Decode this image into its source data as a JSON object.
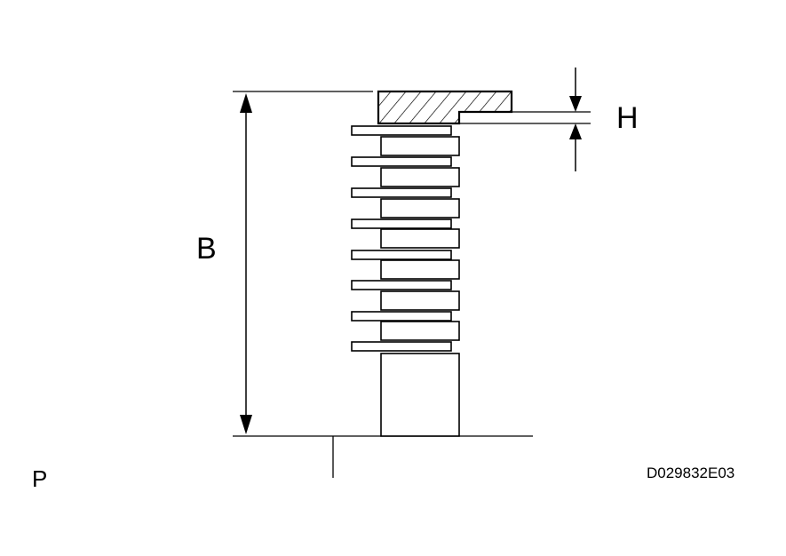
{
  "labels": {
    "dimension_b": "B",
    "dimension_h": "H",
    "view": "P",
    "figure_code": "D029832E03"
  },
  "colors": {
    "line": "#000000",
    "background": "#ffffff"
  }
}
